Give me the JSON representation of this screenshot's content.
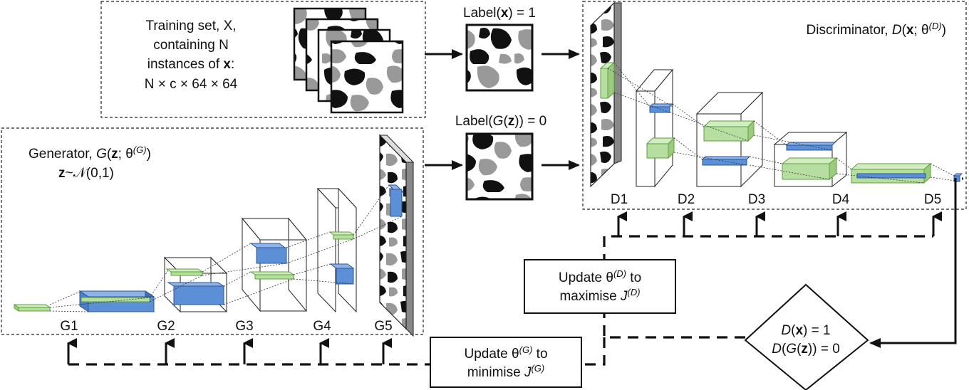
{
  "training_set": {
    "line1": "Training set, X,",
    "line2": "containing N",
    "line3_prefix": "instances of ",
    "line3_var": "x",
    "line3_suffix": ":",
    "line4": "N × c × 64 × 64"
  },
  "generator": {
    "title_prefix": "Generator, ",
    "title_fn": "G",
    "title_open": "(",
    "title_var": "z",
    "title_sep": "; θ",
    "title_sup": "(G)",
    "title_close": ")",
    "noise_var": "z",
    "noise_dist": "~𝒩(0,1)",
    "layers": [
      "G1",
      "G2",
      "G3",
      "G4",
      "G5"
    ]
  },
  "labels": {
    "real_prefix": "Label(",
    "real_var": "x",
    "real_suffix": ") = 1",
    "fake_prefix": "Label(",
    "fake_fn": "G",
    "fake_open": "(",
    "fake_var": "z",
    "fake_suffix": ")) = 0"
  },
  "discriminator": {
    "title_prefix": "Discriminator, ",
    "title_fn": "D",
    "title_open": "(",
    "title_var": "x",
    "title_sep": "; θ",
    "title_sup": "(D)",
    "title_close": ")",
    "layers": [
      "D1",
      "D2",
      "D3",
      "D4",
      "D5"
    ]
  },
  "update_d": {
    "line1_prefix": "Update θ",
    "line1_sup": "(D)",
    "line1_suffix": " to",
    "line2_prefix": "maximise ",
    "line2_var": "J",
    "line2_sup": "(D)"
  },
  "update_g": {
    "line1_prefix": "Update θ",
    "line1_sup": "(G)",
    "line1_suffix": " to",
    "line2_prefix": "minimise ",
    "line2_var": "J",
    "line2_sup": "(G)"
  },
  "decision": {
    "line1_fn": "D",
    "line1_open": "(",
    "line1_var": "x",
    "line1_suffix": ") = 1",
    "line2_fn": "D",
    "line2_open": "(",
    "line2_fn2": "G",
    "line2_open2": "(",
    "line2_var": "z",
    "line2_suffix": ")) = 0"
  },
  "colors": {
    "green_fill": "#b6dea0",
    "green_stroke": "#5da13a",
    "blue_fill": "#5b8fd6",
    "blue_stroke": "#2a5599",
    "line": "#111111"
  }
}
